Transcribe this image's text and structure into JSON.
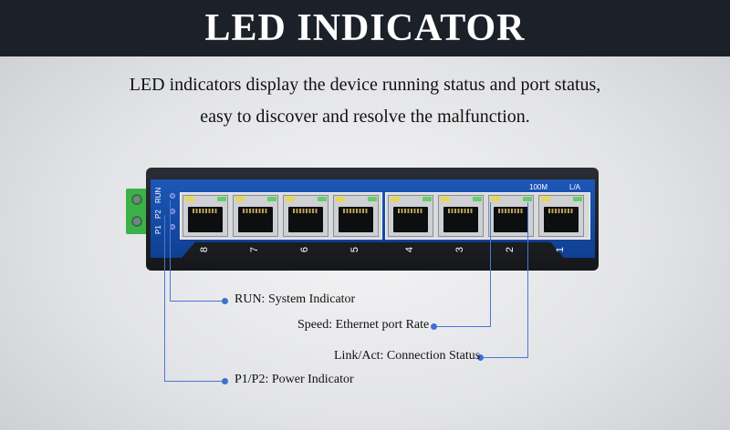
{
  "header": {
    "title": "LED INDICATOR"
  },
  "description": {
    "line1": "LED indicators display the device running status and port status,",
    "line2": "easy to discover and resolve the malfunction."
  },
  "device": {
    "side_labels": [
      "RUN",
      "P2",
      "P1"
    ],
    "top_labels": {
      "speed": "100M",
      "link": "L/A"
    },
    "ports": [
      "8",
      "7",
      "6",
      "5",
      "4",
      "3",
      "2",
      "1"
    ]
  },
  "callouts": {
    "run": "RUN: System Indicator",
    "speed": "Speed: Ethernet port Rate",
    "link": "Link/Act: Connection Status",
    "power": "P1/P2: Power Indicator"
  },
  "colors": {
    "header_bg": "#1c2129",
    "panel_blue": "#1d57b8",
    "callout_line": "#4a78d6"
  }
}
